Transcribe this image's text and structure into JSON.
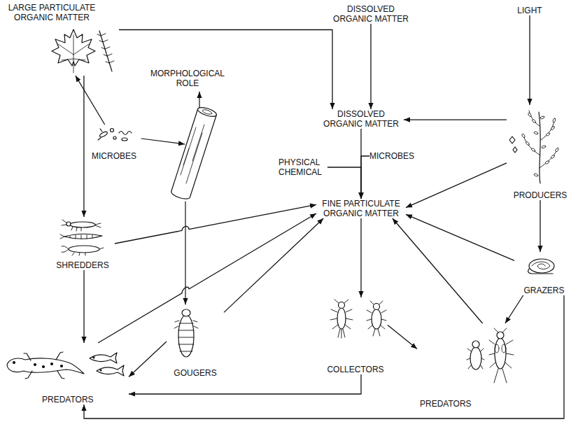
{
  "diagram": {
    "nodes": [
      {
        "text": [
          "LARGE PARTICULATE ORGANIC MATTER"
        ]
      },
      {
        "text": [
          "DISSOLVED ORGANIC MATTER"
        ]
      },
      {
        "text": [
          "LIGHT"
        ]
      },
      {
        "text": [
          "MORPHOLOGICAL ROLE"
        ]
      },
      {
        "text": [
          "MICROBES"
        ]
      },
      {
        "text": [
          "DISSOLVED ORGANIC MATTER"
        ]
      },
      {
        "text": [
          "PHYSICAL CHEMICAL"
        ]
      },
      {
        "text": [
          "MICROBES"
        ]
      },
      {
        "text": [
          "FINE PARTICULATE ORGANIC MATTER"
        ]
      },
      {
        "text": [
          "PRODUCERS"
        ]
      },
      {
        "text": [
          "SHREDDERS"
        ]
      },
      {
        "text": [
          "GOUGERS"
        ]
      },
      {
        "text": [
          "COLLECTORS"
        ]
      },
      {
        "text": [
          "GRAZERS"
        ]
      },
      {
        "text": [
          "PREDATORS"
        ]
      },
      {
        "text": [
          "PREDATORS"
        ]
      }
    ],
    "edges": [
      {
        "from": 0,
        "to": 5,
        "arrow": "to"
      },
      {
        "from": 1,
        "to": 5,
        "arrow": "to"
      },
      {
        "from": 2,
        "to": 9,
        "arrow": "to"
      },
      {
        "from": 4,
        "to": 0,
        "arrow": "to"
      },
      {
        "from": 9,
        "to": 5,
        "arrow": "to"
      },
      {
        "from": 0,
        "to": 10,
        "arrow": "to"
      },
      {
        "from": 5,
        "to": 8,
        "arrow": "to"
      },
      {
        "from": 6,
        "to": 8,
        "arrow": "to"
      },
      {
        "from": 7,
        "to": 8,
        "arrow": "to"
      },
      {
        "from": 9,
        "to": 8,
        "arrow": "to"
      },
      {
        "from": 10,
        "to": 8,
        "arrow": "to"
      },
      {
        "from": 9,
        "to": 13,
        "arrow": "to"
      },
      {
        "from": 10,
        "to": 14,
        "arrow": "to"
      },
      {
        "from": 14,
        "to": 8,
        "arrow": "to"
      },
      {
        "from": 11,
        "to": 8,
        "arrow": "to"
      },
      {
        "from": 8,
        "to": 12,
        "arrow": "to"
      },
      {
        "from": 13,
        "to": 8,
        "arrow": "to"
      },
      {
        "from": 11,
        "to": 14,
        "arrow": "to"
      },
      {
        "from": 12,
        "to": 15,
        "arrow": "to"
      },
      {
        "from": 13,
        "to": 15,
        "arrow": "to"
      },
      {
        "from": 15,
        "to": 8,
        "arrow": "to"
      },
      {
        "from": 12,
        "to": 14,
        "arrow": "to"
      },
      {
        "from": 13,
        "to": 14,
        "arrow": "to"
      }
    ]
  }
}
